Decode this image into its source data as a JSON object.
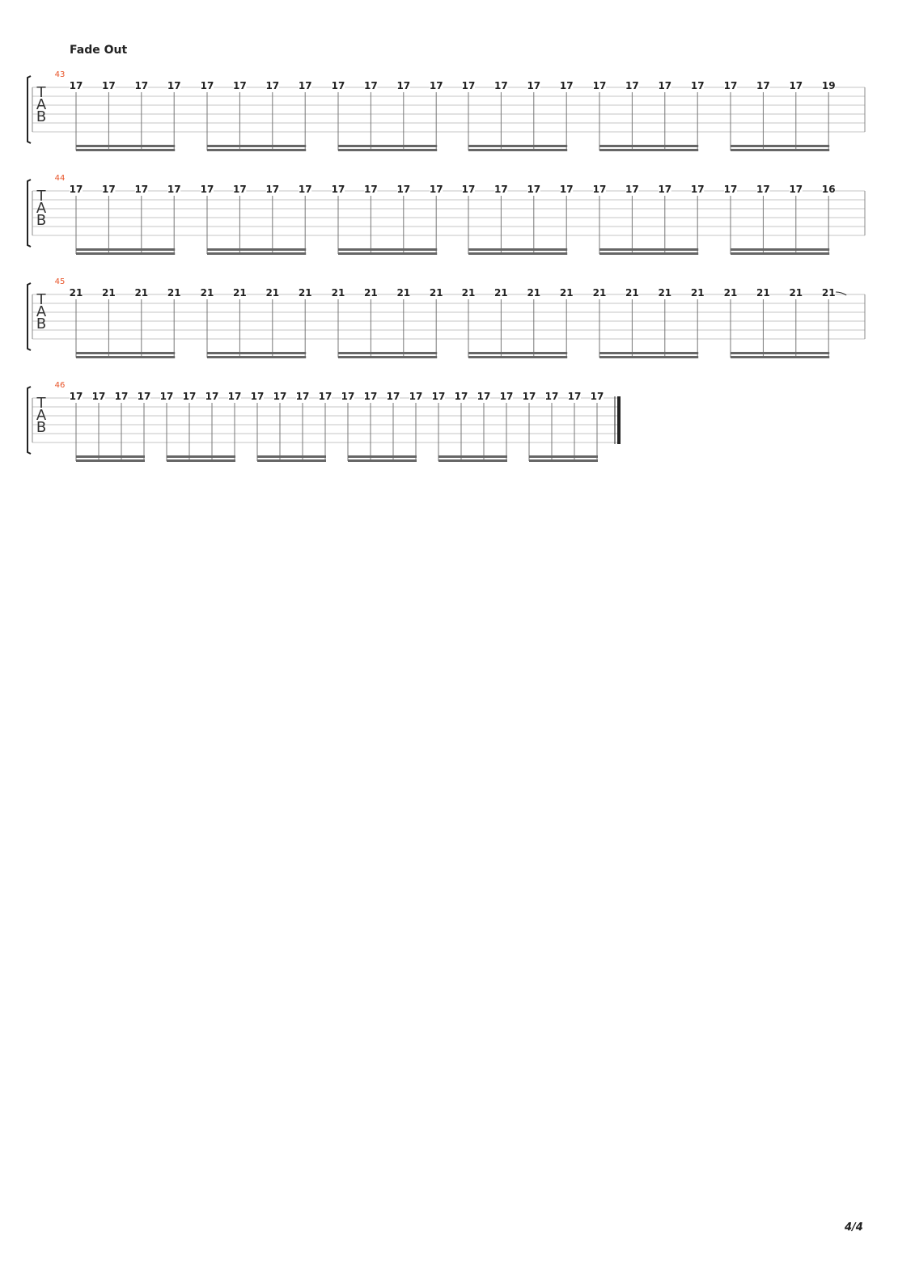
{
  "score": {
    "direction_text": "Fade Out",
    "page_number": "4/4",
    "colors": {
      "measure_number": "#e8552a",
      "ink": "#222222",
      "staff_line": "#c4c4c4"
    },
    "tab_clef_letters": [
      "T",
      "A",
      "B"
    ],
    "systems": [
      {
        "measure_number": "43",
        "note_groups": [
          [
            "17",
            "17",
            "17",
            "17"
          ],
          [
            "17",
            "17",
            "17",
            "17"
          ],
          [
            "17",
            "17",
            "17",
            "17"
          ],
          [
            "17",
            "17",
            "17",
            "17"
          ],
          [
            "17",
            "17",
            "17",
            "17"
          ],
          [
            "17",
            "17",
            "17",
            "19"
          ]
        ]
      },
      {
        "measure_number": "44",
        "note_groups": [
          [
            "17",
            "17",
            "17",
            "17"
          ],
          [
            "17",
            "17",
            "17",
            "17"
          ],
          [
            "17",
            "17",
            "17",
            "17"
          ],
          [
            "17",
            "17",
            "17",
            "17"
          ],
          [
            "17",
            "17",
            "17",
            "17"
          ],
          [
            "17",
            "17",
            "17",
            "16"
          ]
        ]
      },
      {
        "measure_number": "45",
        "note_groups": [
          [
            "21",
            "21",
            "21",
            "21"
          ],
          [
            "21",
            "21",
            "21",
            "21"
          ],
          [
            "21",
            "21",
            "21",
            "21"
          ],
          [
            "21",
            "21",
            "21",
            "21"
          ],
          [
            "21",
            "21",
            "21",
            "21"
          ],
          [
            "21",
            "21",
            "21",
            "21"
          ]
        ],
        "last_note_slide_out": true
      },
      {
        "measure_number": "46",
        "note_groups": [
          [
            "17",
            "17",
            "17",
            "17"
          ],
          [
            "17",
            "17",
            "17",
            "17"
          ],
          [
            "17",
            "17",
            "17",
            "17"
          ],
          [
            "17",
            "17",
            "17",
            "17"
          ],
          [
            "17",
            "17",
            "17",
            "17"
          ],
          [
            "17",
            "17",
            "17",
            "17"
          ]
        ],
        "final_barline": true
      }
    ]
  }
}
